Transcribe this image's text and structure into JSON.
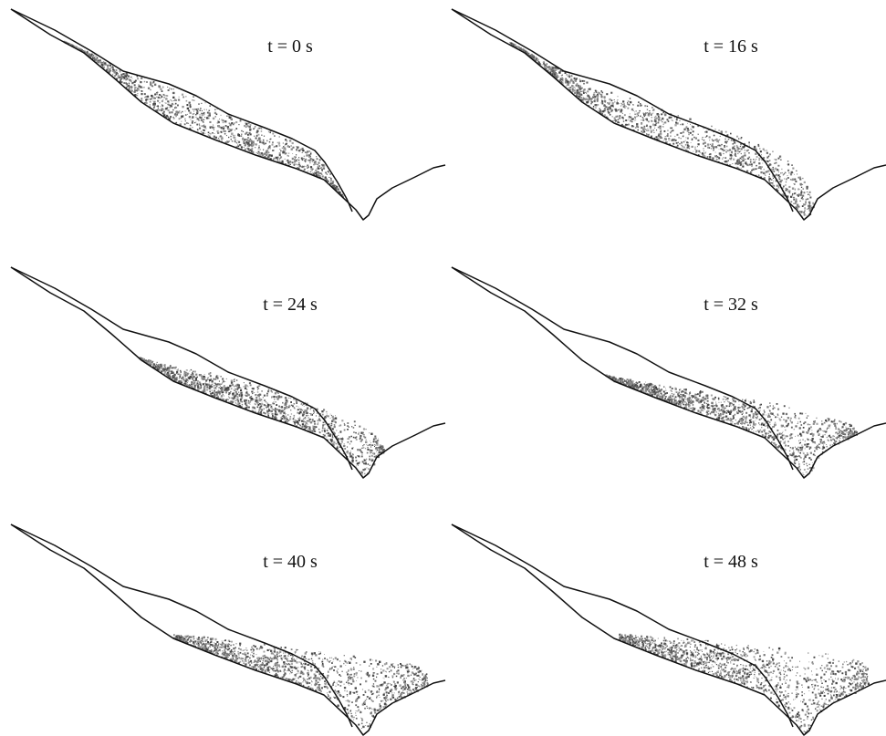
{
  "figure": {
    "panels": [
      {
        "label": "t = 0 s",
        "stage": 0
      },
      {
        "label": "t = 16 s",
        "stage": 1
      },
      {
        "label": "t = 24 s",
        "stage": 2
      },
      {
        "label": "t = 32 s",
        "stage": 3
      },
      {
        "label": "t = 40 s",
        "stage": 4
      },
      {
        "label": "t = 48 s",
        "stage": 5
      }
    ],
    "colors": {
      "outline": "#111111",
      "particles": "#555555",
      "background": "#ffffff"
    }
  }
}
